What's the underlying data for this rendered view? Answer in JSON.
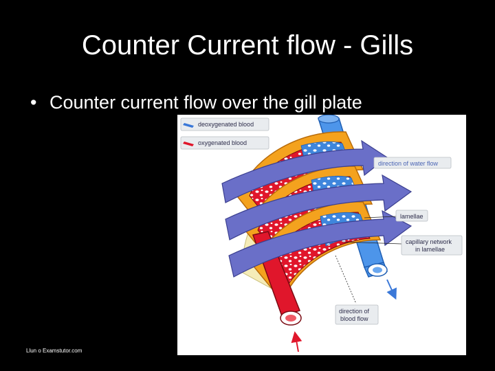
{
  "slide": {
    "title": "Counter Current flow - Gills",
    "bullet": "Counter current flow over the gill plate",
    "credit": "Llun o Examstutor.com"
  },
  "diagram": {
    "legend": [
      {
        "label": "deoxygenated blood",
        "color": "#3a78d8"
      },
      {
        "label": "oxygenated blood",
        "color": "#e0162b"
      }
    ],
    "labels": {
      "water_flow": "direction of water flow",
      "lamellae": "lamellae",
      "capillary_line1": "capillary network",
      "capillary_line2": "in lamellae",
      "blood_line1": "direction of",
      "blood_line2": "blood flow"
    },
    "colors": {
      "lamella_orange": "#f4a21e",
      "capillary_red": "#e0162b",
      "vessel_blue": "#3a8ee8",
      "water_arrow": "#6a6fc8",
      "background_blue": "#4f86d9"
    }
  }
}
